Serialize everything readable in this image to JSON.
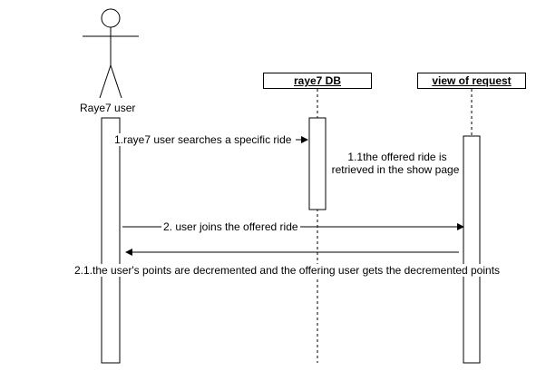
{
  "lifelines": {
    "user_actor": {
      "label": "Raye7 user"
    },
    "db": {
      "label": "raye7 DB"
    },
    "view": {
      "label": "view of request"
    }
  },
  "messages": [
    {
      "id": "1",
      "text": "1.raye7 user searches a specific ride"
    },
    {
      "id": "1.1",
      "lines": [
        "1.1the offered ride is",
        "retrieved in the show page"
      ]
    },
    {
      "id": "2",
      "text": "2. user joins the offered ride"
    },
    {
      "id": "2.1",
      "text": "2.1.the user's points are decremented and the offering user gets the decremented points"
    }
  ]
}
